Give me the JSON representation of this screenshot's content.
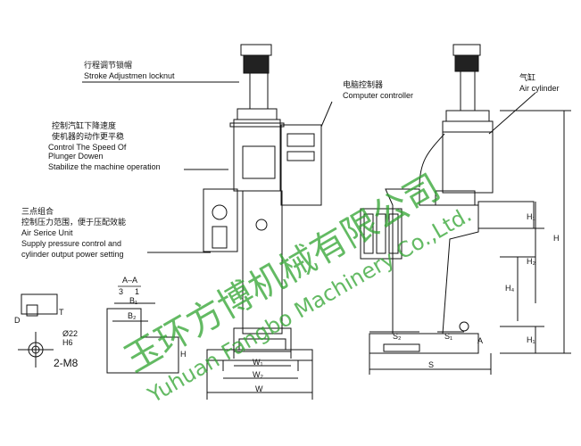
{
  "annotations": {
    "stroke_lock_cn": "行程调节锁帽",
    "stroke_lock_en": "Stroke Adjustmen locknut",
    "speed_cn_1": "控制汽缸下降速度",
    "speed_cn_2": "使机器的动作更平稳",
    "speed_en_1": " Control The Speed Of",
    "speed_en_2": "Plunger Dowen",
    "speed_en_3": "Stabilize the machine operation",
    "air_unit_cn_1": "三点组合",
    "air_unit_cn_2": "控制压力范围，便于压配效能",
    "air_unit_en_1": " Air Serice Unit",
    "air_unit_en_2": "Supply pressure control and",
    "air_unit_en_3": "cylinder output power setting",
    "computer_cn": "电脑控制器",
    "computer_en": "Computer controller",
    "cylinder_cn": "气缸",
    "cylinder_en": "Air cylinder"
  },
  "detail": {
    "section_label": "A–A",
    "bore_dia": "Ø22",
    "fit": "H6",
    "thread": "2-M8",
    "t_label": "T",
    "d_label": "D",
    "b1": "B₁",
    "b2": "B₂",
    "ratio_left": "3",
    "ratio_right": "1",
    "h_label": "H"
  },
  "dimensions": {
    "w1": "W₁",
    "w2": "W₂",
    "w": "W",
    "s1": "S₁",
    "s2": "S₂",
    "s": "S",
    "h": "H",
    "h1_top": "H₁",
    "h2": "H₂",
    "h4": "H₄",
    "h1_bottom": "H₁",
    "section_a": "A"
  },
  "watermark": {
    "company_cn": "玉环方博机械有限公司",
    "company_en": "Yuhuan Fangbo Machinery Co.,Ltd.",
    "color": "#2fa32f"
  }
}
